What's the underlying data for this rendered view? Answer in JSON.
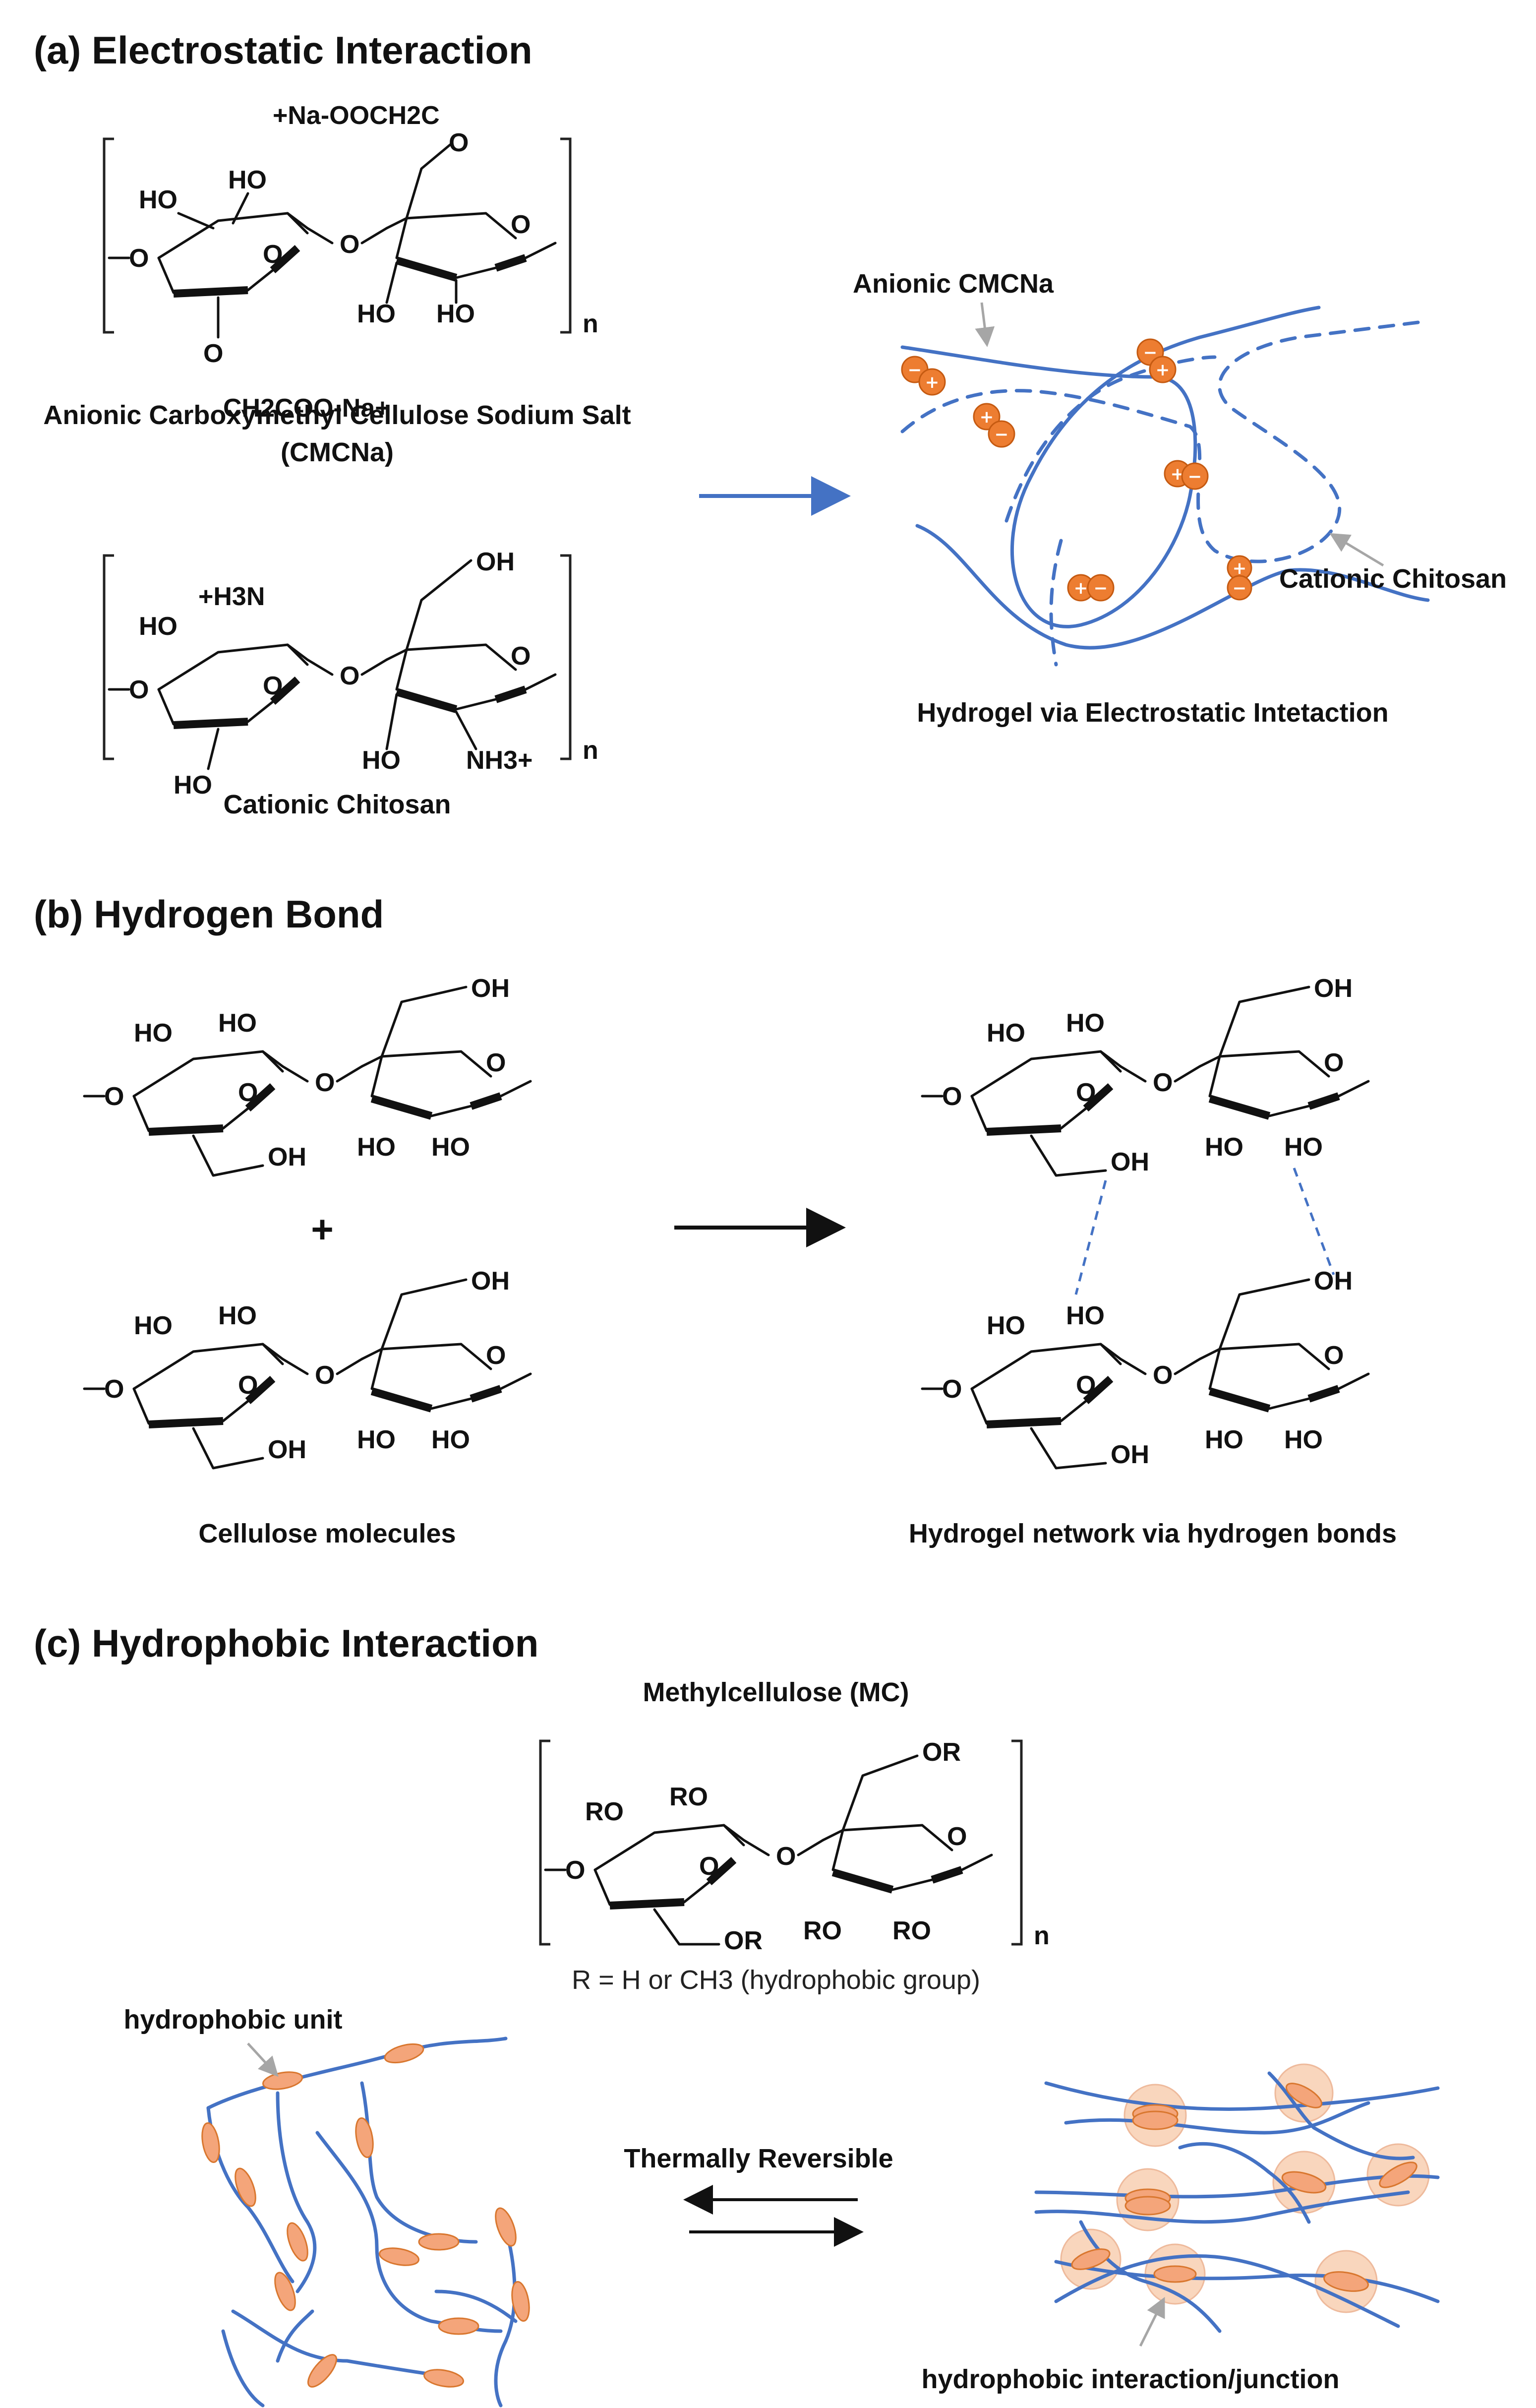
{
  "section_a": {
    "heading": "(a) Electrostatic Interaction",
    "cmcna_label_1": "Anionic Carboxymethyl Cellulose Sodium Salt",
    "cmcna_label_2": "(CMCNa)",
    "cmcna_top_group": "+Na-OOCH2C",
    "cmcna_bottom_group": "CH2COO-Na+",
    "chitosan_label": "Cationic Chitosan",
    "network_label_cmc": "Anionic CMCNa",
    "network_label_chitosan": "Cationic Chitosan",
    "network_caption": "Hydrogel via Electrostatic Intetaction"
  },
  "section_b": {
    "heading": "(b) Hydrogen Bond",
    "plus": "+",
    "left_caption": "Cellulose molecules",
    "right_caption": "Hydrogel network via hydrogen bonds"
  },
  "section_c": {
    "heading": "(c) Hydrophobic Interaction",
    "mc_label": "Methylcellulose (MC)",
    "r_definition": "R = H or CH3 (hydrophobic group)",
    "unit_label": "hydrophobic unit",
    "reversible_label": "Thermally Reversible",
    "junction_label": "hydrophobic interaction/junction"
  },
  "atoms": {
    "ho": "HO",
    "oh": "OH",
    "o": "O",
    "ro": "RO",
    "or": "OR",
    "n": "n",
    "h3n": "+H3N",
    "nh3": "NH3+"
  },
  "colors": {
    "chain_blue": "#4472c4",
    "bead_orange": "#ed7d31",
    "halo_orange": "#f8c9a8",
    "pointer_gray": "#a6a6a6"
  }
}
